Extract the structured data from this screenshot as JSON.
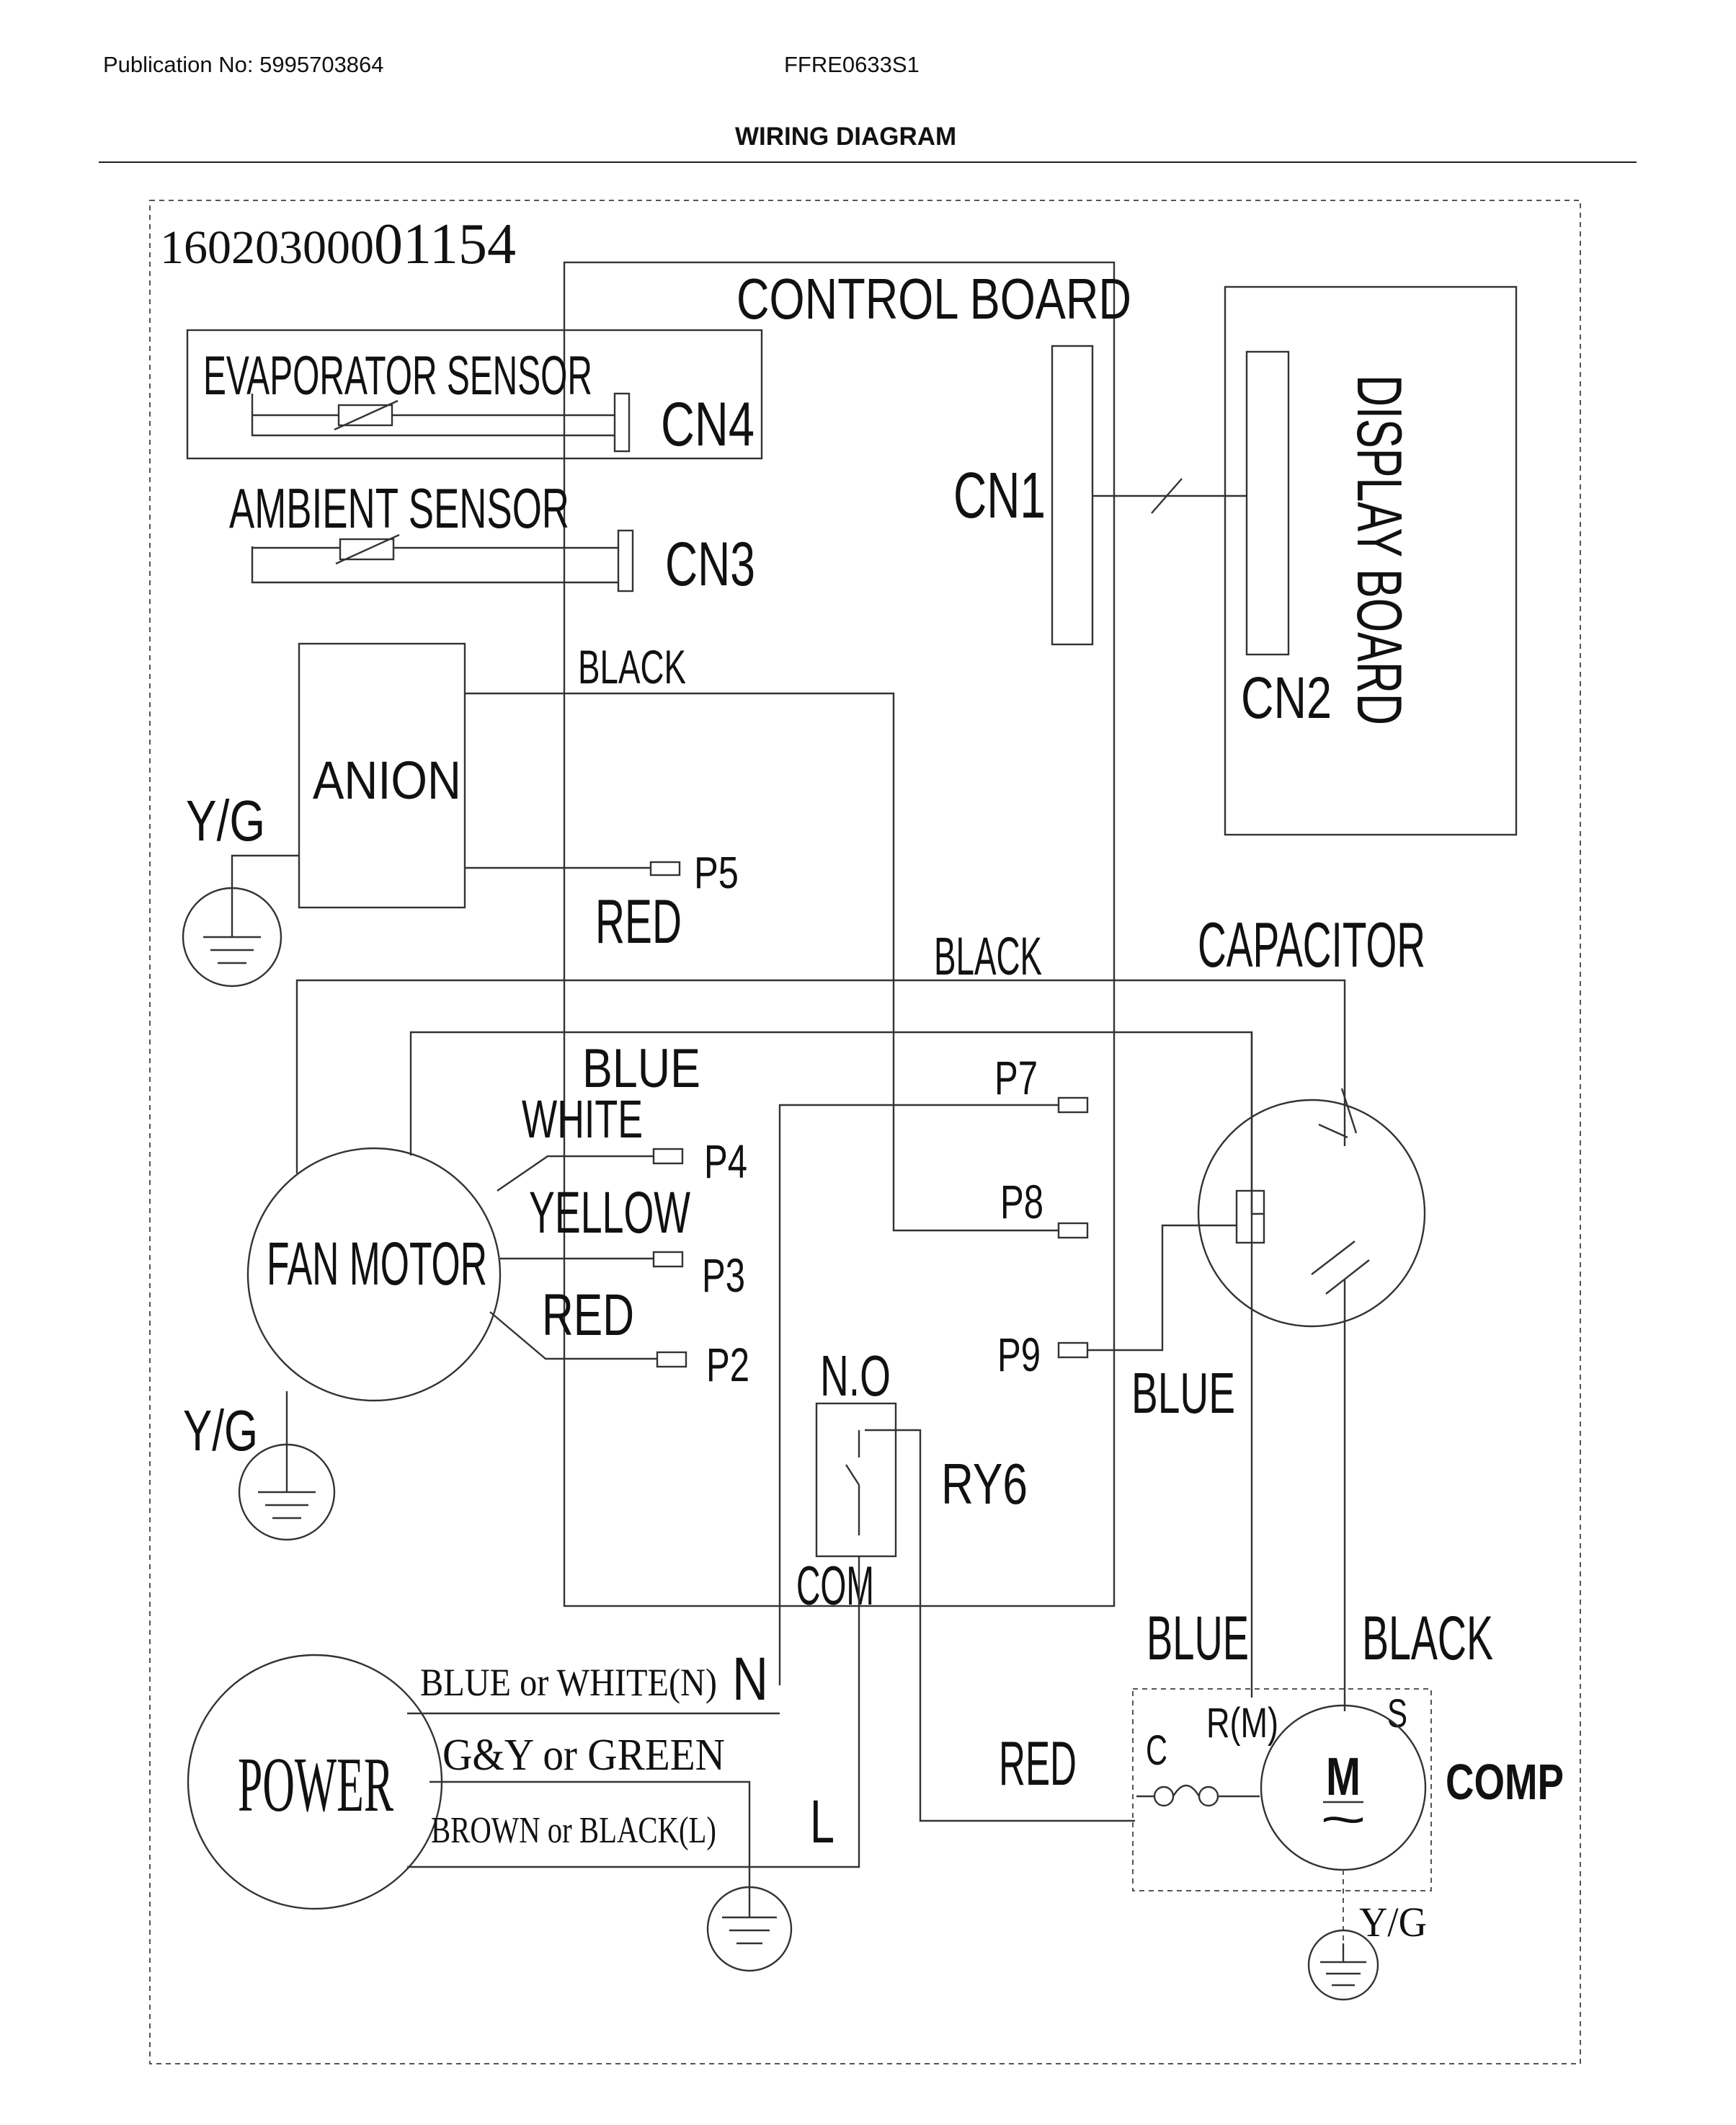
{
  "header": {
    "publication": "Publication No: 5995703864",
    "model": "FFRE0633S1",
    "title": "WIRING DIAGRAM"
  },
  "diagram": {
    "code_prefix": "160203000",
    "code_suffix": "01154",
    "control_board": "CONTROL BOARD",
    "evaporator_sensor": "EVAPORATOR SENSOR",
    "ambient_sensor": "AMBIENT SENSOR",
    "cn4": "CN4",
    "cn3": "CN3",
    "cn1": "CN1",
    "cn2": "CN2",
    "display_board": "DISPLAY BOARD",
    "anion": "ANION",
    "yg": "Y/G",
    "black": "BLACK",
    "red": "RED",
    "blue": "BLUE",
    "white": "WHITE",
    "yellow": "YELLOW",
    "p2": "P2",
    "p3": "P3",
    "p4": "P4",
    "p5": "P5",
    "p7": "P7",
    "p8": "P8",
    "p9": "P9",
    "capacitor": "CAPACITOR",
    "fan_motor": "FAN MOTOR",
    "no": "N.O",
    "ry6": "RY6",
    "com": "COM",
    "power": "POWER",
    "power_n_wire": "BLUE or WHITE(N)",
    "n": "N",
    "power_ground_wire": "G&Y or GREEN",
    "power_l_wire": "BROWN or BLACK(L)",
    "l": "L",
    "comp_c": "C",
    "comp_r": "R(M)",
    "comp_s": "S",
    "motor_m": "M",
    "motor_ac": "~",
    "comp": "COMP",
    "comp_yg": "Y/G"
  }
}
